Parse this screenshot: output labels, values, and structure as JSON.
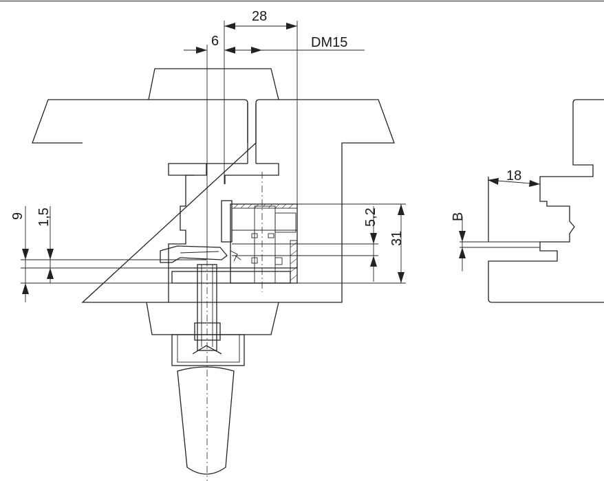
{
  "drawing": {
    "dimensions": {
      "width_28": "28",
      "width_6": "6",
      "callout_dm15": "DM15",
      "height_9": "9",
      "height_1_5": "1,5",
      "height_5_2": "5,2",
      "height_31": "31",
      "side_width_18": "18",
      "side_thickness_b": "B"
    }
  }
}
